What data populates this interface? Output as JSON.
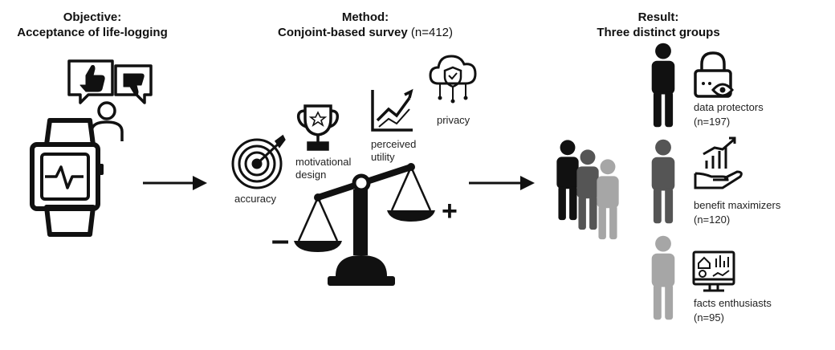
{
  "objective": {
    "heading": "Objective:",
    "subheading": "Acceptance of life-logging"
  },
  "method": {
    "heading": "Method:",
    "subheading": "Conjoint-based survey",
    "sample": "(n=412)"
  },
  "result": {
    "heading": "Result:",
    "subheading": "Three distinct groups"
  },
  "attributes": {
    "accuracy": "accuracy",
    "motivational": "motivational",
    "design": "design",
    "perceived": "perceived",
    "utility": "utility",
    "privacy": "privacy"
  },
  "scale_signs": {
    "minus": "–",
    "plus": "+"
  },
  "groups": [
    {
      "name": "data protectors",
      "n": "(n=197)",
      "color": "#111111"
    },
    {
      "name": "benefit maximizers",
      "n": "(n=120)",
      "color": "#555555"
    },
    {
      "name": "facts enthusiasts",
      "n": "(n=95)",
      "color": "#a6a6a6"
    }
  ]
}
